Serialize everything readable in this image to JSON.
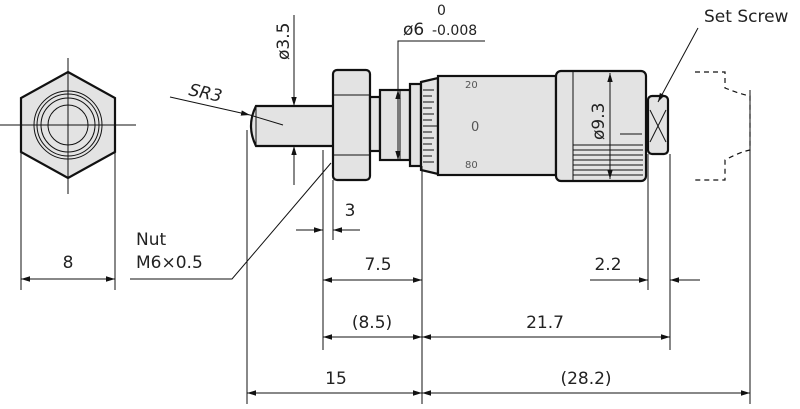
{
  "title": "Micrometer head dimensional drawing",
  "labels": {
    "set_screw": "Set Screw",
    "diameter_spindle": "ø3.5",
    "sphere_radius": "SR3",
    "diameter_sleeve": "ø6",
    "tolerance_upper": "0",
    "tolerance_lower": "-0.008",
    "diameter_thimble": "ø9.3",
    "nut_line1": "Nut",
    "nut_line2": "M6×0.5"
  },
  "scale_marks": [
    "20",
    "0",
    "80"
  ],
  "dimensions": {
    "hex_width": "8",
    "nut_thickness": "3",
    "nut_to_sleeve": "7.5",
    "mount_length": "(8.5)",
    "body_length": "21.7",
    "ratchet_length": "2.2",
    "spindle_to_mount": "15",
    "total_from_mount": "(28.2)"
  }
}
